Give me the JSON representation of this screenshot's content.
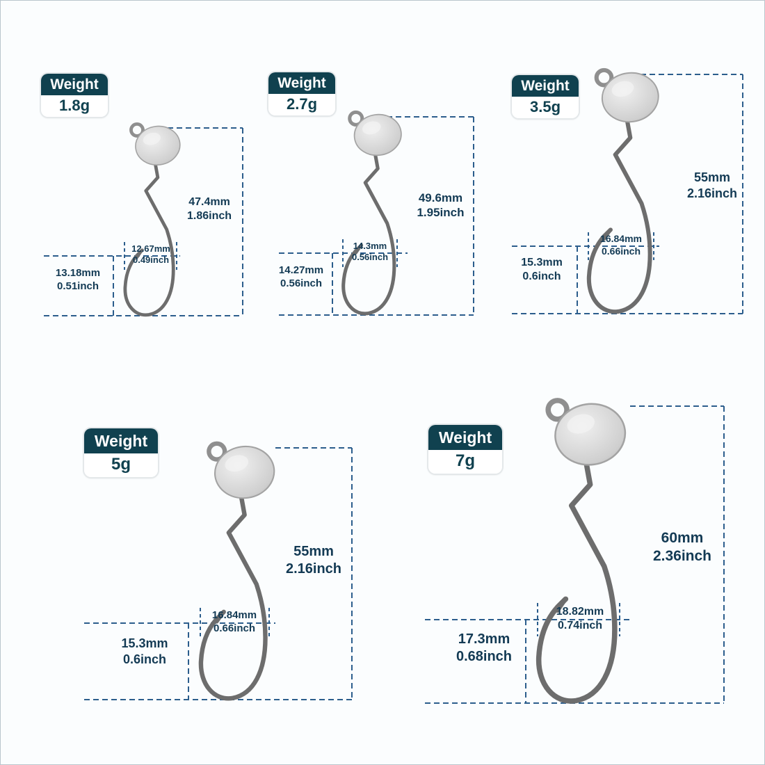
{
  "colors": {
    "badge_bg": "#10414f",
    "dimension_line": "#2b5d8c",
    "text": "#133a54",
    "background": "#fbfdfe",
    "hook_metal": "#6d6d6d"
  },
  "panels": [
    {
      "weight_label": "Weight",
      "weight_value": "1.8g",
      "height_mm": "47.4mm",
      "height_inch": "1.86inch",
      "width_mm": "12.67mm",
      "width_inch": "0.49inch",
      "gap_mm": "13.18mm",
      "gap_inch": "0.51inch"
    },
    {
      "weight_label": "Weight",
      "weight_value": "2.7g",
      "height_mm": "49.6mm",
      "height_inch": "1.95inch",
      "width_mm": "14.3mm",
      "width_inch": "0.56inch",
      "gap_mm": "14.27mm",
      "gap_inch": "0.56inch"
    },
    {
      "weight_label": "Weight",
      "weight_value": "3.5g",
      "height_mm": "55mm",
      "height_inch": "2.16inch",
      "width_mm": "16.84mm",
      "width_inch": "0.66inch",
      "gap_mm": "15.3mm",
      "gap_inch": "0.6inch"
    },
    {
      "weight_label": "Weight",
      "weight_value": "5g",
      "height_mm": "55mm",
      "height_inch": "2.16inch",
      "width_mm": "16.84mm",
      "width_inch": "0.66inch",
      "gap_mm": "15.3mm",
      "gap_inch": "0.6inch"
    },
    {
      "weight_label": "Weight",
      "weight_value": "7g",
      "height_mm": "60mm",
      "height_inch": "2.36inch",
      "width_mm": "18.82mm",
      "width_inch": "0.74inch",
      "gap_mm": "17.3mm",
      "gap_inch": "0.68inch"
    }
  ]
}
